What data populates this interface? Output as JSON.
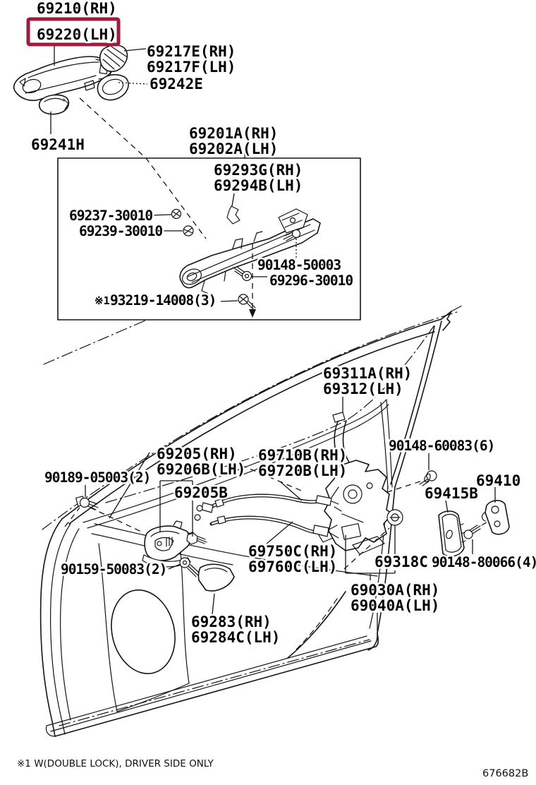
{
  "meta": {
    "figure_code": "676682B",
    "footnote": "※1 W(DOUBLE LOCK), DRIVER SIDE ONLY",
    "highlight_color": "#9E1B3C",
    "note_marker": "※1"
  },
  "labels": {
    "p69210": "69210(RH)",
    "p69220": "69220(LH)",
    "p69217e": "69217E(RH)",
    "p69217f": "69217F(LH)",
    "p69242e": "69242E",
    "p69241h": "69241H",
    "p69201a": "69201A(RH)",
    "p69202a": "69202A(LH)",
    "p69293g": "69293G(RH)",
    "p69294b": "69294B(LH)",
    "p69237": "69237-30010",
    "p69239": "69239-30010",
    "p90148_50003": "90148-50003",
    "p69296": "69296-30010",
    "p93219": "93219-14008(3)",
    "p69311a": "69311A(RH)",
    "p69312": "69312(LH)",
    "p90148_60083": "90148-60083(6)",
    "p69205": "69205(RH)",
    "p69206b": "69206B(LH)",
    "p69710b": "69710B(RH)",
    "p69720b": "69720B(LH)",
    "p90189": "90189-05003(2)",
    "p69205b": "69205B",
    "p69415b": "69415B",
    "p69410": "69410",
    "p90159": "90159-50083(2)",
    "p69750c": "69750C(RH)",
    "p69760c": "69760C(LH)",
    "p69318c": "69318C",
    "p90148_80066": "90148-80066(4)",
    "p69030a": "69030A(RH)",
    "p69040a": "69040A(LH)",
    "p69283": "69283(RH)",
    "p69284c": "69284C(LH)"
  }
}
